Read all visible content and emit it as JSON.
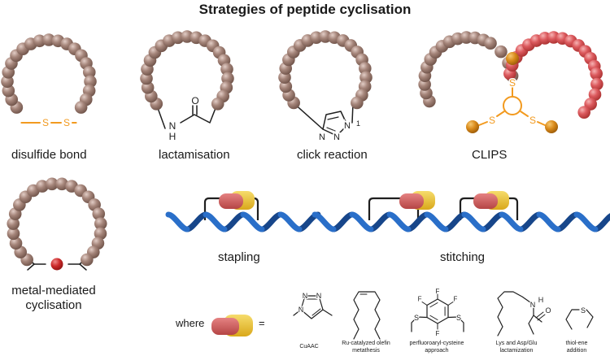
{
  "title": "Strategies of peptide cyclisation",
  "strategies": [
    {
      "label": "disulfide bond"
    },
    {
      "label": "lactamisation"
    },
    {
      "label": "click reaction"
    },
    {
      "label": "CLIPS"
    },
    {
      "label": "metal-mediated cyclisation",
      "line1": "metal-mediated",
      "line2": "cyclisation"
    },
    {
      "label": "stapling"
    },
    {
      "label": "stitching"
    }
  ],
  "atoms": {
    "sulfur": "S",
    "oxygen": "O",
    "nitrogen": "N",
    "hydrogen": "H",
    "fluorine": "F"
  },
  "legend": {
    "where": "where",
    "equals": "=",
    "items": [
      {
        "label": "CuAAC"
      },
      {
        "label": "Ru-catalyzed olefin metathesis"
      },
      {
        "label": "perfluoroaryl-cysteine approach"
      },
      {
        "label": "Lys and Asp/Glu lactamization"
      },
      {
        "label": "thiol-ene addition"
      }
    ]
  },
  "colors": {
    "bead": "#a5857a",
    "bead_alt": "#dc5a5e",
    "linker": "#f29a1f",
    "linker_bead": "#d98a1a",
    "metal": "#cc2a2a",
    "helix": "#2a6fc9",
    "helix_dark": "#17468a",
    "staple_red": "#cd5b5b",
    "staple_yellow": "#ecc12b"
  }
}
